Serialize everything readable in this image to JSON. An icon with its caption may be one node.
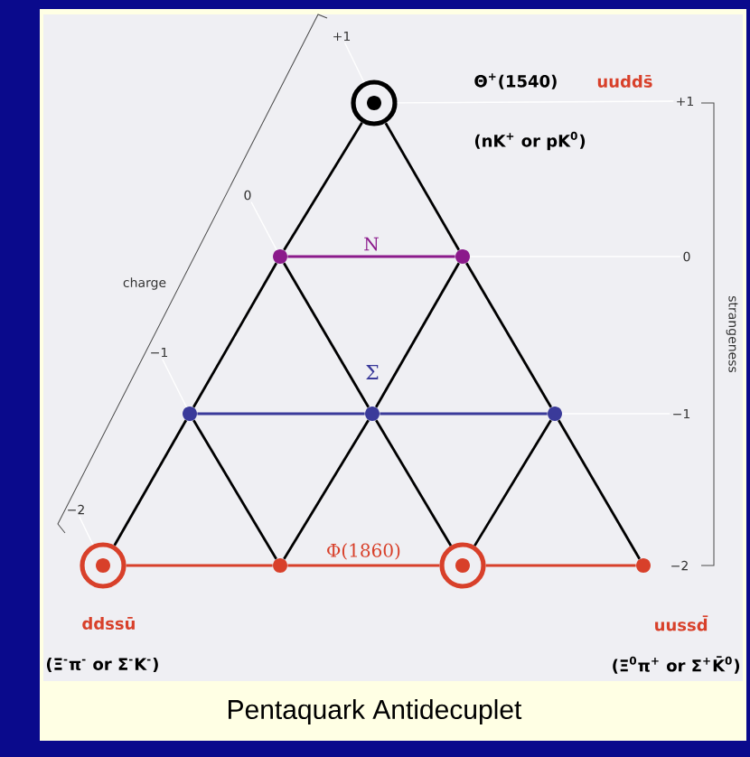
{
  "diagram": {
    "caption": "Pentaquark Antidecuplet",
    "nodes": [
      {
        "text": [],
        "shape": "circle",
        "beside": [
          "Θ$^{+}$(1540)",
          "uudds̄",
          "(nK$^{+}$ or pK$^{0}$)"
        ]
      },
      {
        "text": [],
        "shape": "circle"
      },
      {
        "text": [],
        "shape": "circle"
      },
      {
        "text": [],
        "shape": "circle"
      },
      {
        "text": [],
        "shape": "circle"
      },
      {
        "text": [],
        "shape": "circle"
      },
      {
        "text": [],
        "shape": "circle",
        "beside": [
          "ddssū",
          "(Ξ$^{-}$π$^{-}$ or Σ$^{-}$K$^{-}$)"
        ]
      },
      {
        "text": [],
        "shape": "circle"
      },
      {
        "text": [],
        "shape": "circle"
      },
      {
        "text": [],
        "shape": "circle",
        "beside": [
          "uussd̄",
          "(Ξ$^{0}$π$^{+}$ or Σ$^{+}$K̄$^{0}$)"
        ]
      },
      {
        "text": [
          "+1"
        ]
      },
      {
        "text": [
          "0"
        ]
      },
      {
        "text": [
          "−1"
        ]
      },
      {
        "text": [
          "−2"
        ]
      },
      {
        "text": [
          "+1"
        ]
      },
      {
        "text": [
          "0"
        ]
      },
      {
        "text": [
          "−1"
        ]
      }
    ],
    "edges": [
      {
        "from": 0,
        "to": 1,
        "arrow": "none"
      },
      {
        "from": 0,
        "to": 2,
        "arrow": "none"
      },
      {
        "from": 1,
        "to": 2,
        "arrow": "none",
        "color": "#8b1a8b",
        "label": "N"
      },
      {
        "from": 1,
        "to": 3,
        "arrow": "none"
      },
      {
        "from": 1,
        "to": 4,
        "arrow": "none"
      },
      {
        "from": 2,
        "to": 4,
        "arrow": "none"
      },
      {
        "from": 2,
        "to": 5,
        "arrow": "none"
      },
      {
        "from": 3,
        "to": 4,
        "arrow": "none",
        "color": "#3a3a9a"
      },
      {
        "from": 4,
        "to": 5,
        "arrow": "none",
        "color": "#3a3a9a"
      },
      {
        "from": 3,
        "to": 6,
        "arrow": "none"
      },
      {
        "from": 3,
        "to": 7,
        "arrow": "none"
      },
      {
        "from": 4,
        "to": 7,
        "arrow": "none"
      },
      {
        "from": 4,
        "to": 8,
        "arrow": "none"
      },
      {
        "from": 5,
        "to": 8,
        "arrow": "none"
      },
      {
        "from": 5,
        "to": 9,
        "arrow": "none"
      },
      {
        "from": 6,
        "to": 7,
        "arrow": "none",
        "color": "#d8402a"
      },
      {
        "from": 7,
        "to": 8,
        "arrow": "none",
        "color": "#d8402a",
        "label": "Φ(1860)"
      },
      {
        "from": 8,
        "to": 9,
        "arrow": "none",
        "color": "#d8402a"
      },
      {
        "from": 0,
        "to": 10,
        "arrow": "none",
        "color": "#ffffff"
      },
      {
        "from": 1,
        "to": 11,
        "arrow": "none",
        "color": "#ffffff"
      },
      {
        "from": 3,
        "to": 12,
        "arrow": "none",
        "color": "#ffffff"
      },
      {
        "from": 6,
        "to": 13,
        "arrow": "none",
        "color": "#ffffff"
      },
      {
        "from": 0,
        "to": 14,
        "arrow": "none",
        "color": "#ffffff"
      },
      {
        "from": 2,
        "to": 15,
        "arrow": "none",
        "color": "#ffffff"
      },
      {
        "from": 5,
        "to": 16,
        "arrow": "none",
        "color": "#ffffff"
      }
    ],
    "labels": [
      "charge",
      "strangeness",
      "−2",
      "Σ"
    ]
  }
}
